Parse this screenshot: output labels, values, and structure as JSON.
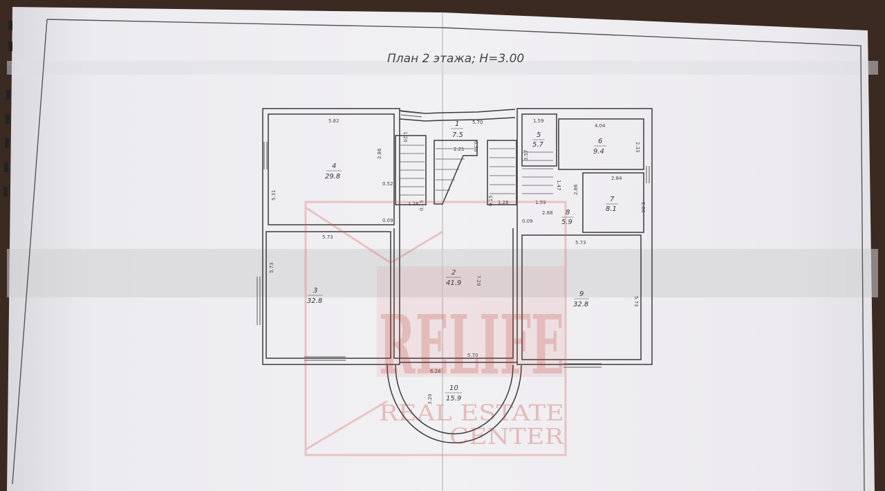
{
  "plan": {
    "title": "План 2 этажа; H=3.00"
  },
  "rooms": [
    {
      "num": "1",
      "area": "7.5"
    },
    {
      "num": "2",
      "area": "41.9"
    },
    {
      "num": "3",
      "area": "32.8"
    },
    {
      "num": "4",
      "area": "29.8"
    },
    {
      "num": "5",
      "area": "5.7"
    },
    {
      "num": "6",
      "area": "9.4"
    },
    {
      "num": "7",
      "area": "8.1"
    },
    {
      "num": "8",
      "area": "5.9"
    },
    {
      "num": "9",
      "area": "32.8"
    },
    {
      "num": "10",
      "area": "15.9"
    }
  ],
  "dimensions": {
    "d_582": "5.82",
    "d_570_top": "5.70",
    "d_159_top": "1.59",
    "d_404": "4.04",
    "d_233": "2.33",
    "d_531": "5.31",
    "d_286": "2.86",
    "d_052": "0.52",
    "d_120": "1.20",
    "d_221": "2.21",
    "d_050": "0.50",
    "d_357": "3.57",
    "d_147": "1.47",
    "d_284": "2.84",
    "d_286b": "2.86",
    "d_286c": "2.86",
    "d_128a": "1.28",
    "d_015a": "0.15",
    "d_015b": "0.15",
    "d_128b": "1.28",
    "d_159_bot": "1.59",
    "d_288": "2.88",
    "d_009a": "0.09",
    "d_009b": "0.09",
    "d_573_l": "5.73",
    "d_573_vl": "5.73",
    "d_729": "7.29",
    "d_573_r": "5.73",
    "d_573_vr": "5.73",
    "d_570_bot": "5.70",
    "d_628": "6.28",
    "d_320": "3.20"
  },
  "watermark": {
    "brand": "RELIFE",
    "line1": "REAL ESTATE",
    "line2": "CENTER",
    "color": "#d9534f"
  }
}
